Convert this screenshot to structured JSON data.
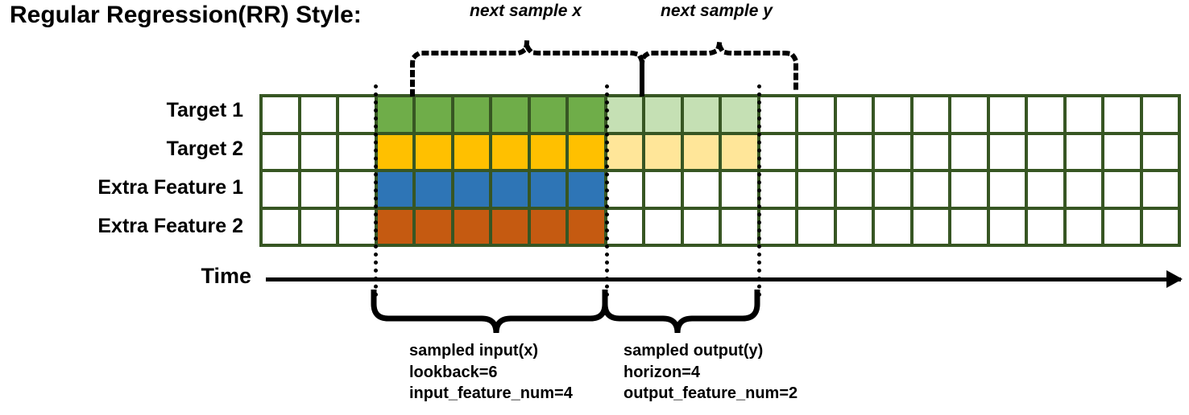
{
  "title": "Regular Regression(RR) Style:",
  "top_braces": [
    {
      "label": "next sample x"
    },
    {
      "label": "next sample y"
    }
  ],
  "rows": [
    {
      "label": "Target 1",
      "fill": "#6FAD49",
      "light": "#C5E0B4",
      "has_output": true
    },
    {
      "label": "Target 2",
      "fill": "#FFC000",
      "light": "#FFE699",
      "has_output": true
    },
    {
      "label": "Extra Feature 1",
      "fill": "#2E75B6",
      "light": "",
      "has_output": false
    },
    {
      "label": "Extra Feature 2",
      "fill": "#C55A11",
      "light": "",
      "has_output": false
    }
  ],
  "grid": {
    "total_columns": 24,
    "lead_blank_columns": 3,
    "input_columns": 6,
    "output_columns": 4,
    "border_color": "#375623",
    "empty_color": "#FFFFFF"
  },
  "axis": {
    "label": "Time"
  },
  "captions": [
    {
      "line1": "sampled input(x)",
      "line2": "lookback=6",
      "line3": "input_feature_num=4"
    },
    {
      "line1": "sampled output(y)",
      "line2": "horizon=4",
      "line3": "output_feature_num=2"
    }
  ]
}
